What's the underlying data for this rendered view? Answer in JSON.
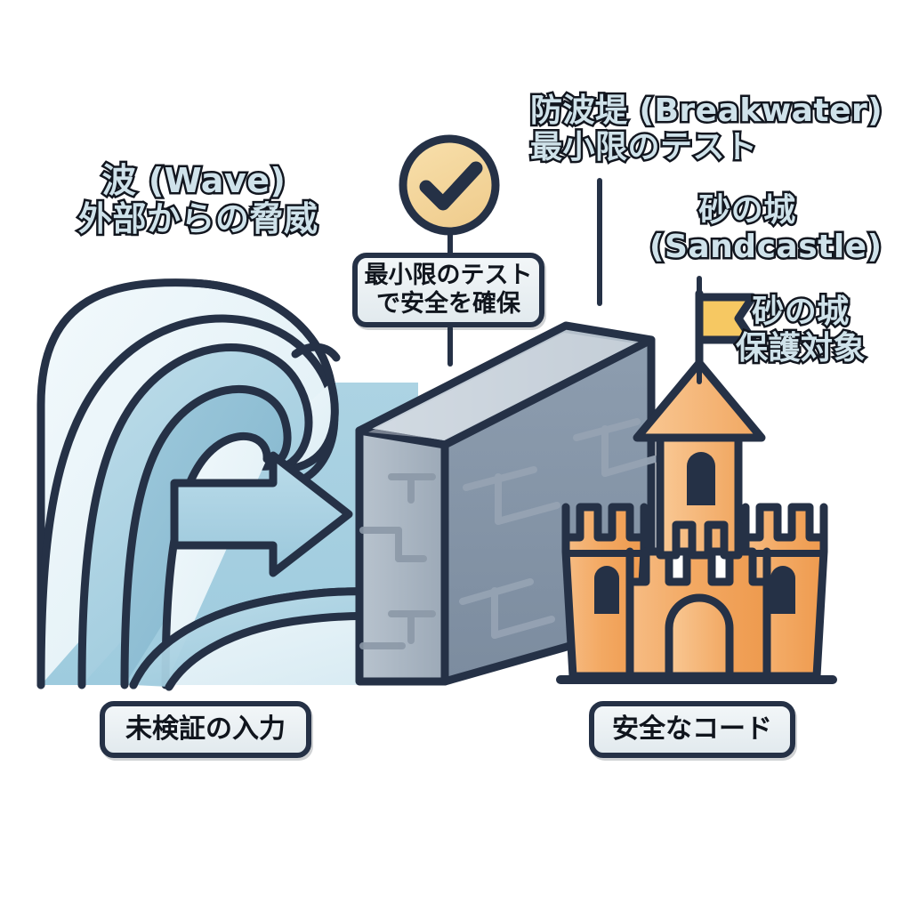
{
  "diagram": {
    "title": "防波堤 (Breakwater) 最小限のテスト",
    "background_color": "#ffffff",
    "palette": {
      "outline": "#253146",
      "wave_blue": "#A8D0E0",
      "wave_blue_light": "#CDE5EF",
      "wave_blue_pale": "#E6F2F7",
      "wall_gray": "#8393A6",
      "wall_gray_light": "#A9B6C4",
      "wall_gray_top": "#C6D0DA",
      "sand_orange": "#F0A055",
      "sand_orange_light": "#F7BE86",
      "flag_yellow": "#F6C862",
      "badge_tan": "#F5D9A0",
      "label_fill": "#cfe2ea",
      "box_fill": "#ecf1f4"
    }
  },
  "labels": {
    "wave": {
      "line1": "波 (Wave)",
      "line2": "外部からの脅威"
    },
    "breakwater": {
      "line1": "防波堤 (Breakwater)",
      "line2": "最小限のテスト"
    },
    "sandcastle_title": {
      "line1": "砂の城",
      "line2": "(Sandcastle)"
    },
    "sandcastle_role": {
      "line1": "砂の城",
      "line2": "保護対象"
    }
  },
  "callouts": {
    "center_box": {
      "line1": "最小限のテスト",
      "line2": "で安全を確保"
    },
    "bottom_left_box": {
      "line1": "未検証の入力"
    },
    "bottom_right_box": {
      "line1": "安全なコード"
    }
  },
  "icons": {
    "check_badge": "check-circle-icon",
    "wave": "wave-icon",
    "arrow": "right-arrow-icon",
    "wall": "brick-wall-icon",
    "castle": "sandcastle-icon",
    "flag": "flag-icon"
  }
}
